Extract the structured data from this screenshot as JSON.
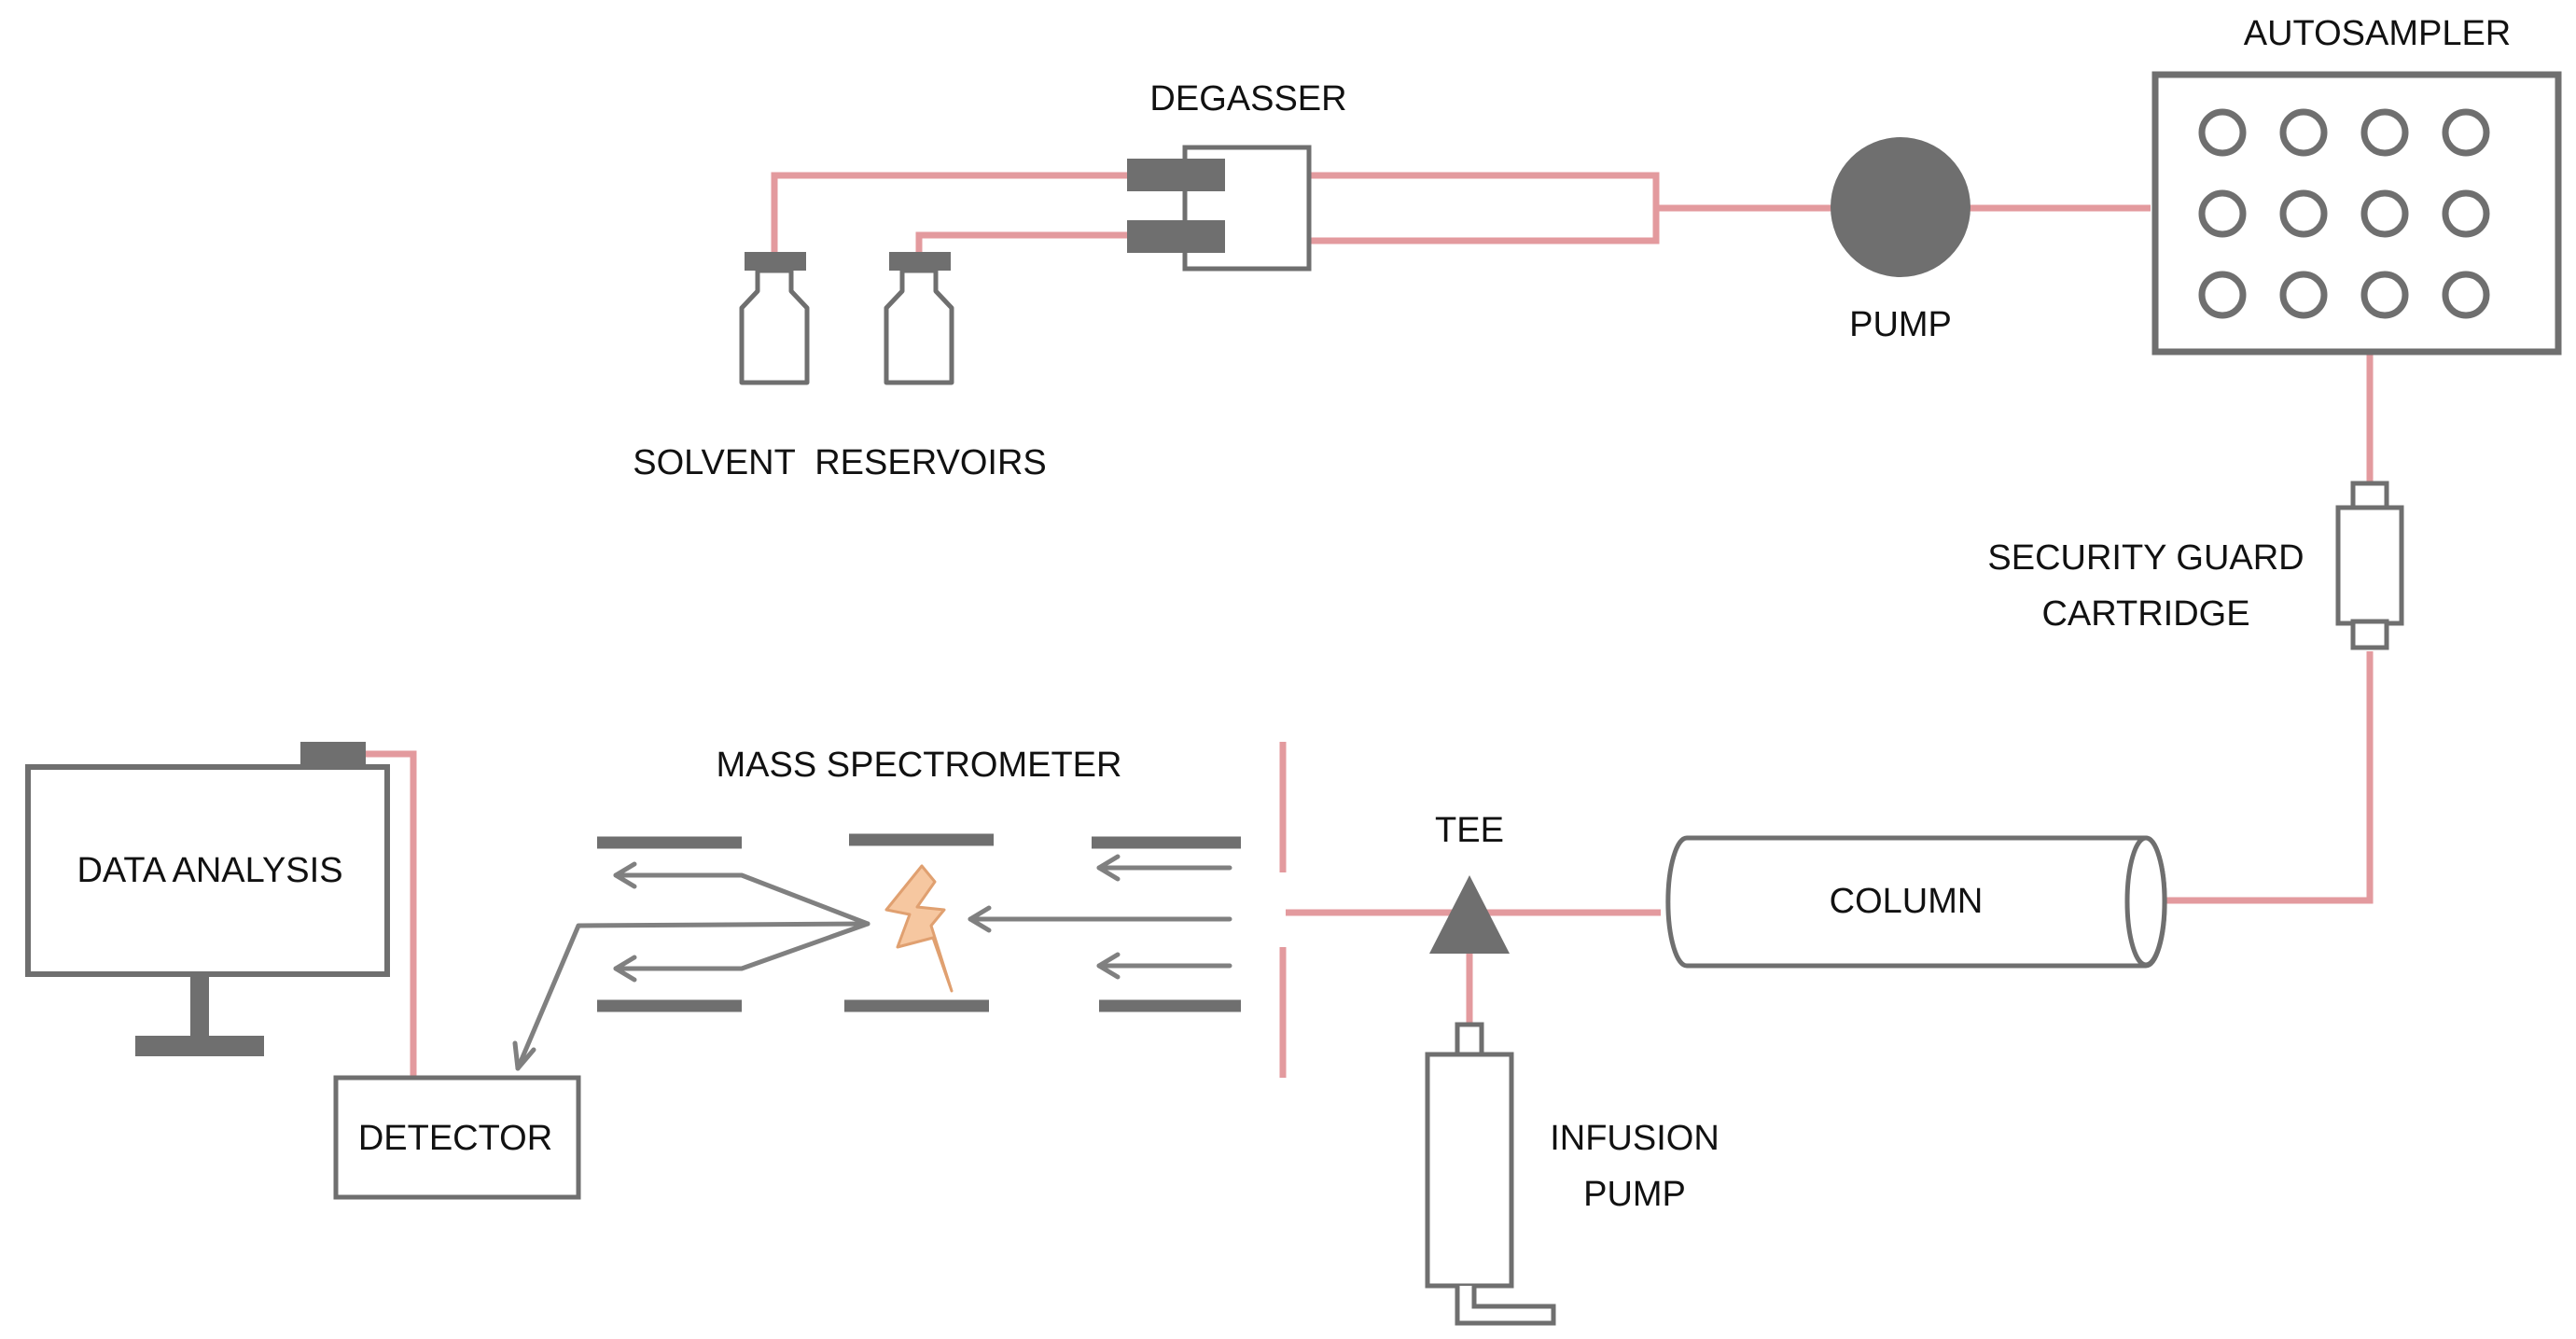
{
  "labels": {
    "degasser": "DEGASSER",
    "autosampler": "AUTOSAMPLER",
    "pump": "PUMP",
    "solvent_reservoirs": "SOLVENT  RESERVOIRS",
    "security_guard_line1": "SECURITY GUARD",
    "security_guard_line2": "CARTRIDGE",
    "mass_spectrometer": "MASS SPECTROMETER",
    "data_analysis": "DATA ANALYSIS",
    "tee": "TEE",
    "column": "COLUMN",
    "detector": "DETECTOR",
    "infusion_pump_line1": "INFUSION",
    "infusion_pump_line2": "PUMP"
  },
  "colors": {
    "tubing": "#e39a9e",
    "component": "#6f6f6f",
    "arrow": "#808080",
    "ionization_spark": "#f6c7a0"
  },
  "autosampler": {
    "rows": 3,
    "columns": 4
  }
}
